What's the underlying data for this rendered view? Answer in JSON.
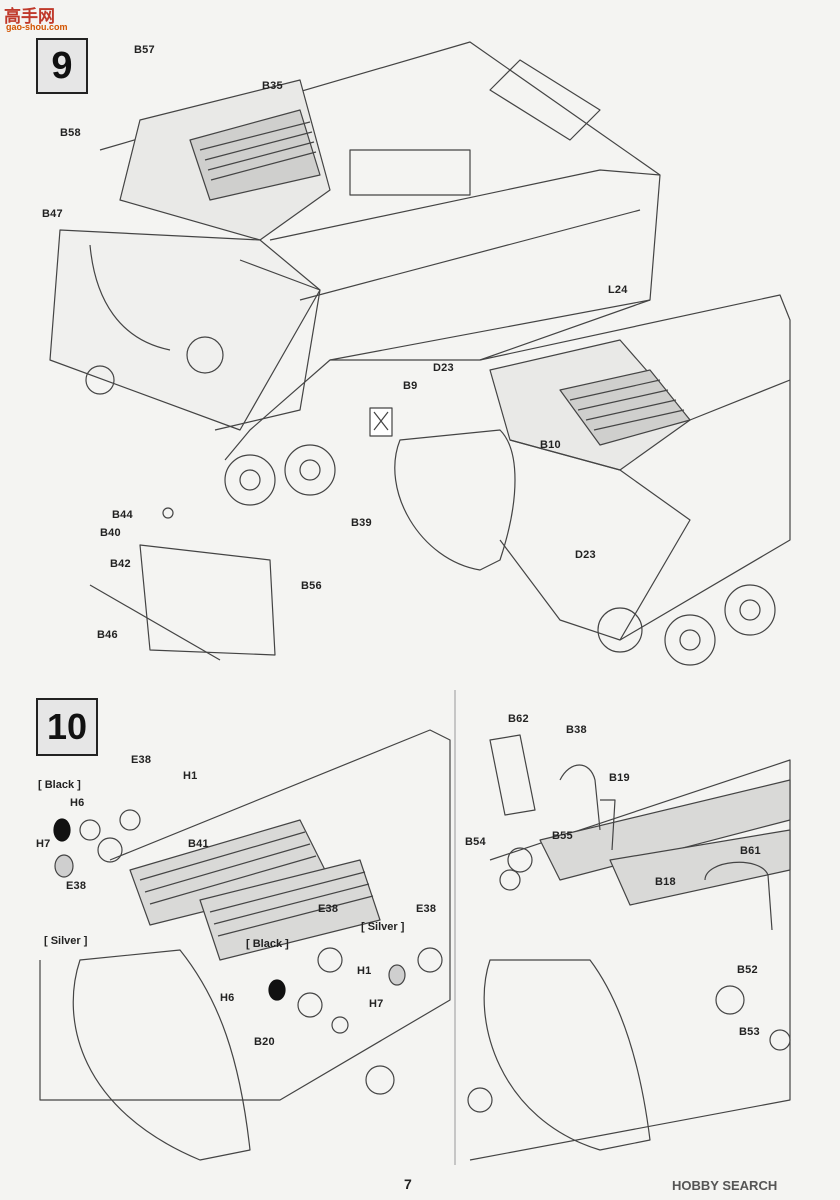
{
  "header": {
    "logo_text": "高手网",
    "logo_sub": "gao-shou.com"
  },
  "steps": {
    "s9": "9",
    "s10": "10"
  },
  "labels": {
    "B57": "B57",
    "B35": "B35",
    "B58": "B58",
    "B47": "B47",
    "L24": "L24",
    "D23a": "D23",
    "B9": "B9",
    "B10": "B10",
    "D23b": "D23",
    "B39": "B39",
    "B44": "B44",
    "B40": "B40",
    "B42": "B42",
    "B56": "B56",
    "B46": "B46",
    "E38a": "E38",
    "H1a": "H1",
    "H6a": "H6",
    "H7a": "H7",
    "E38b": "E38",
    "B41": "B41",
    "E38c": "E38",
    "E38d": "E38",
    "H1b": "H1",
    "H7b": "H7",
    "H6b": "H6",
    "B20": "B20",
    "B62": "B62",
    "B38": "B38",
    "B19": "B19",
    "B54": "B54",
    "B55": "B55",
    "B61": "B61",
    "B18": "B18",
    "B52": "B52",
    "B53": "B53"
  },
  "notes": {
    "black1": "[ Black ]",
    "silver1": "[ Silver ]",
    "black2": "[ Black ]",
    "silver2": "[ Silver ]"
  },
  "footer": {
    "page_number": "7",
    "watermark": "HOBBY SEARCH"
  }
}
